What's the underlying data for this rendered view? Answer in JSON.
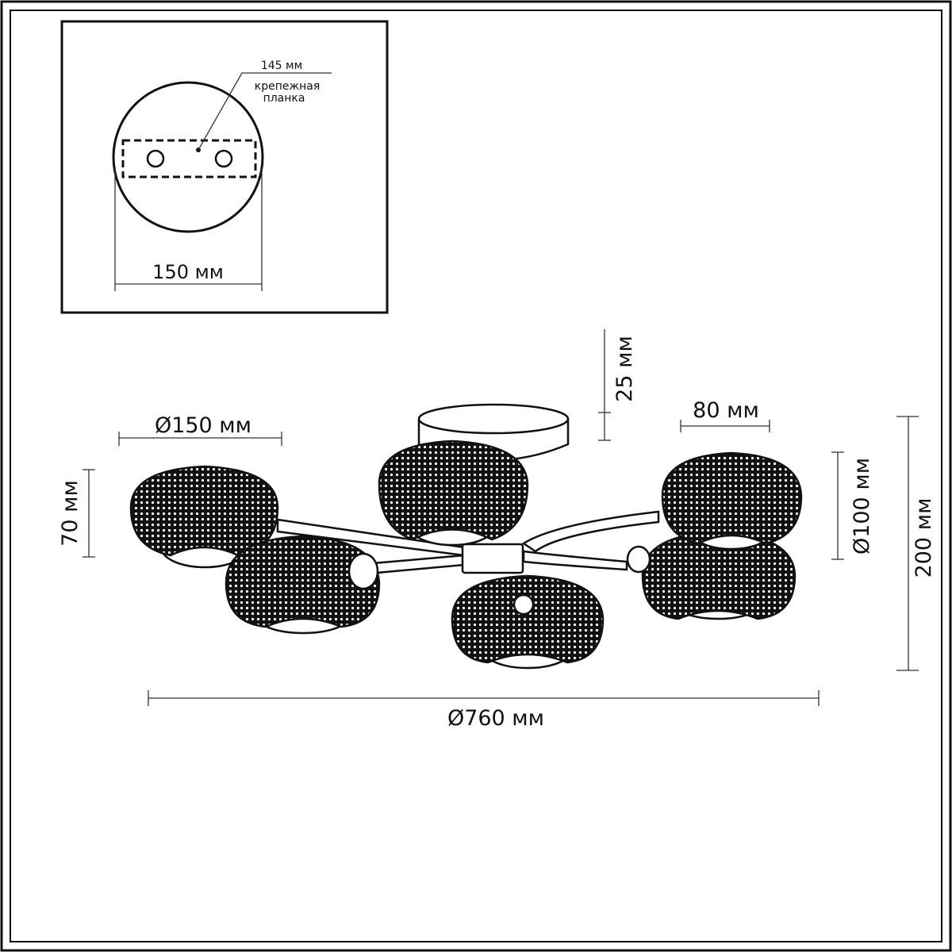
{
  "inset": {
    "bracket_size": "145 мм",
    "bracket_label_line1": "крепежная",
    "bracket_label_line2": "планка",
    "base_diameter": "150 мм"
  },
  "dimensions": {
    "shade_diameter": "Ø150 мм",
    "shade_height": "70 мм",
    "canopy_height": "25 мм",
    "shade_opening": "80 мм",
    "shade_diameter_small": "Ø100 мм",
    "total_height": "200 мм",
    "total_diameter": "Ø760 мм"
  },
  "colors": {
    "line": "#111111",
    "background": "#ffffff"
  }
}
